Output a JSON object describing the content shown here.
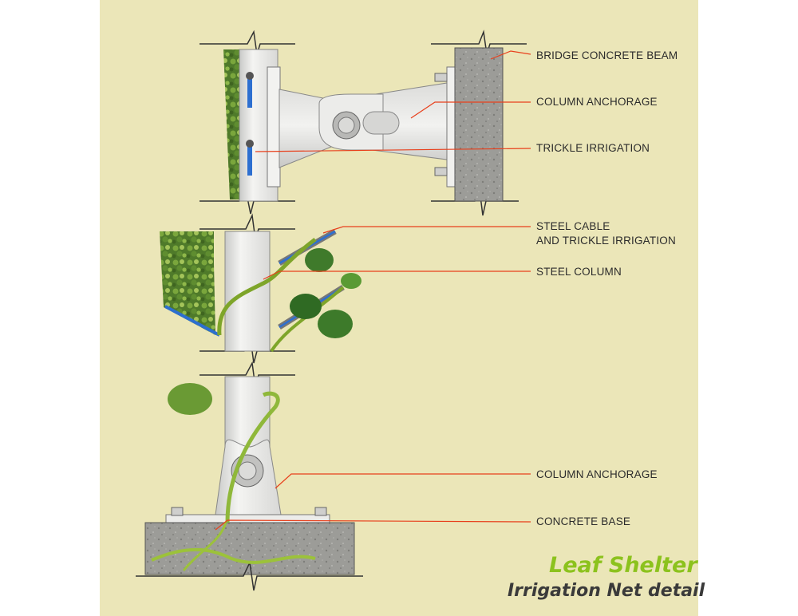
{
  "labels": {
    "bridge_concrete_beam": "BRIDGE CONCRETE BEAM",
    "column_anchorage_top": "COLUMN ANCHORAGE",
    "trickle_irrigation": "TRICKLE IRRIGATION",
    "steel_cable_line1": "STEEL CABLE",
    "steel_cable_line2": "AND TRICKLE IRRIGATION",
    "steel_column": "STEEL COLUMN",
    "column_anchorage_bottom": "COLUMN ANCHORAGE",
    "concrete_base": "CONCRETE BASE"
  },
  "title": {
    "main": "Leaf Shelter",
    "sub": "Irrigation Net detail"
  },
  "colors": {
    "background": "#ebe6b8",
    "leader_line": "#e8401c",
    "title_green": "#8cc21d",
    "steel": "#e8e8e6",
    "concrete": "#9a9a96"
  }
}
